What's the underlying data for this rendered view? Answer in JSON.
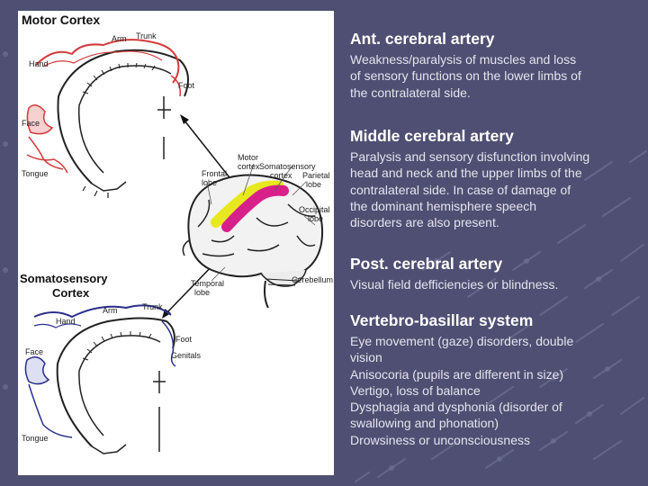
{
  "background": {
    "color": "#4e4f72",
    "pattern": "diagonal-dash-pattern"
  },
  "figure": {
    "motor_title": "Motor Cortex",
    "somato_title_1": "Somatosensory",
    "somato_title_2": "Cortex",
    "labels": {
      "arm": "Arm",
      "trunk": "Trunk",
      "hand": "Hand",
      "foot": "Foot",
      "face": "Face",
      "tongue": "Tongue",
      "motor_cortex_1": "Motor",
      "motor_cortex_2": "cortex",
      "somato_cortex_1": "Somatosensory",
      "somato_cortex_2": "cortex",
      "frontal_1": "Frontal",
      "frontal_2": "lobe",
      "parietal_1": "Parietal",
      "parietal_2": "lobe",
      "occipital_1": "Occipital",
      "occipital_2": "lobe",
      "temporal_1": "Temporal",
      "temporal_2": "lobe",
      "cerebellum": "Cerebellum",
      "arm2": "Arm",
      "trunk2": "Trunk",
      "hand2": "Hand",
      "foot2": "Foot",
      "genitals": "Genitals",
      "face2": "Face",
      "tongue2": "Tongue"
    },
    "colors": {
      "motor_homunculus": "#d23a3a",
      "somato_homunculus": "#2a2f8a",
      "motor_strip": "#e8e820",
      "somato_strip": "#d8208a"
    }
  },
  "sections": {
    "ant": {
      "title": "Ant. cerebral artery",
      "lines": [
        "Weakness/paralysis of muscles and loss",
        "of sensory functions on the lower limbs of",
        "the contralateral side."
      ]
    },
    "mid": {
      "title": "Middle cerebral artery",
      "lines": [
        "Paralysis and sensory disfunction involving",
        "head and neck and the upper limbs of the",
        "contralateral side. In case of damage of",
        "the dominant hemisphere speech",
        "disorders are also present."
      ]
    },
    "post": {
      "title": "Post. cerebral artery",
      "lines": [
        "Visual field defficiencies or blindness."
      ]
    },
    "vert": {
      "title": "Vertebro-basillar system",
      "lines": [
        "Eye movement (gaze) disorders, double",
        "vision",
        "Anisocoria (pupils are different in size)",
        "Vertigo, loss of balance",
        "Dysphagia and dysphonia (disorder of",
        "swallowing and phonation)",
        "Drowsiness or unconsciousness"
      ]
    }
  }
}
